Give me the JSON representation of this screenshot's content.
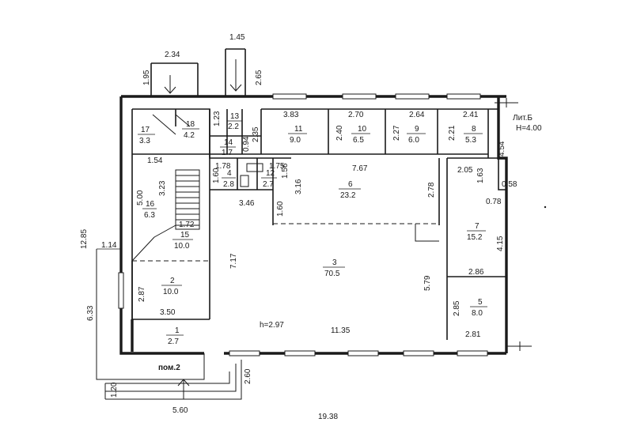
{
  "building": {
    "literal": "Лит.Б",
    "height": "H=4.00",
    "room_height": "h=2.97",
    "premise": "пом.2"
  },
  "rooms": [
    {
      "id": "r1",
      "num": "1",
      "area": "2.7"
    },
    {
      "id": "r2",
      "num": "2",
      "area": "10.0"
    },
    {
      "id": "r3",
      "num": "3",
      "area": "70.5"
    },
    {
      "id": "r4",
      "num": "4",
      "area": "2.8"
    },
    {
      "id": "r5",
      "num": "5",
      "area": "8.0"
    },
    {
      "id": "r6",
      "num": "6",
      "area": "23.2"
    },
    {
      "id": "r7",
      "num": "7",
      "area": "15.2"
    },
    {
      "id": "r8",
      "num": "8",
      "area": "5.3"
    },
    {
      "id": "r9",
      "num": "9",
      "area": "6.0"
    },
    {
      "id": "r10",
      "num": "10",
      "area": "6.5"
    },
    {
      "id": "r11",
      "num": "11",
      "area": "9.0"
    },
    {
      "id": "r12",
      "num": "12",
      "area": "2.7"
    },
    {
      "id": "r13",
      "num": "13",
      "area": "2.2"
    },
    {
      "id": "r14",
      "num": "14",
      "area": "1.7"
    },
    {
      "id": "r15",
      "num": "15",
      "area": "10.0"
    },
    {
      "id": "r16",
      "num": "16",
      "area": "6.3"
    },
    {
      "id": "r17",
      "num": "17",
      "area": "3.3"
    },
    {
      "id": "r18",
      "num": "18",
      "area": "4.2"
    }
  ],
  "dimensions": {
    "d234": "2.34",
    "d145": "1.45",
    "d195": "1.95",
    "d265": "2.65",
    "d383": "3.83",
    "d270": "2.70",
    "d264": "2.64",
    "d241": "2.41",
    "d123": "1.23",
    "d235": "2.35",
    "d094": "0.94",
    "d240": "2.40",
    "d227": "2.27",
    "d221": "2.21",
    "d454": "4.54",
    "d154": "1.54",
    "d178": "1.78",
    "d175": "1.75",
    "d767": "7.67",
    "d205": "2.05",
    "d163": "1.63",
    "d058": "0.58",
    "d160": "1.60",
    "d156": "1.56",
    "d500": "5.00",
    "d323": "3.23",
    "d316": "3.16",
    "d278": "2.78",
    "d078": "0.78",
    "d346": "3.46",
    "d160b": "1.60",
    "d172": "1.72",
    "d1285": "12.85",
    "d114": "1.14",
    "d415": "4.15",
    "d717": "7.17",
    "d579": "5.79",
    "d286": "2.86",
    "d287": "2.87",
    "d633": "6.33",
    "d350": "3.50",
    "d285": "2.85",
    "d1135": "11.35",
    "d281": "2.81",
    "d260": "2.60",
    "d120": "1.20",
    "d560": "5.60",
    "d1938": "19.38"
  }
}
